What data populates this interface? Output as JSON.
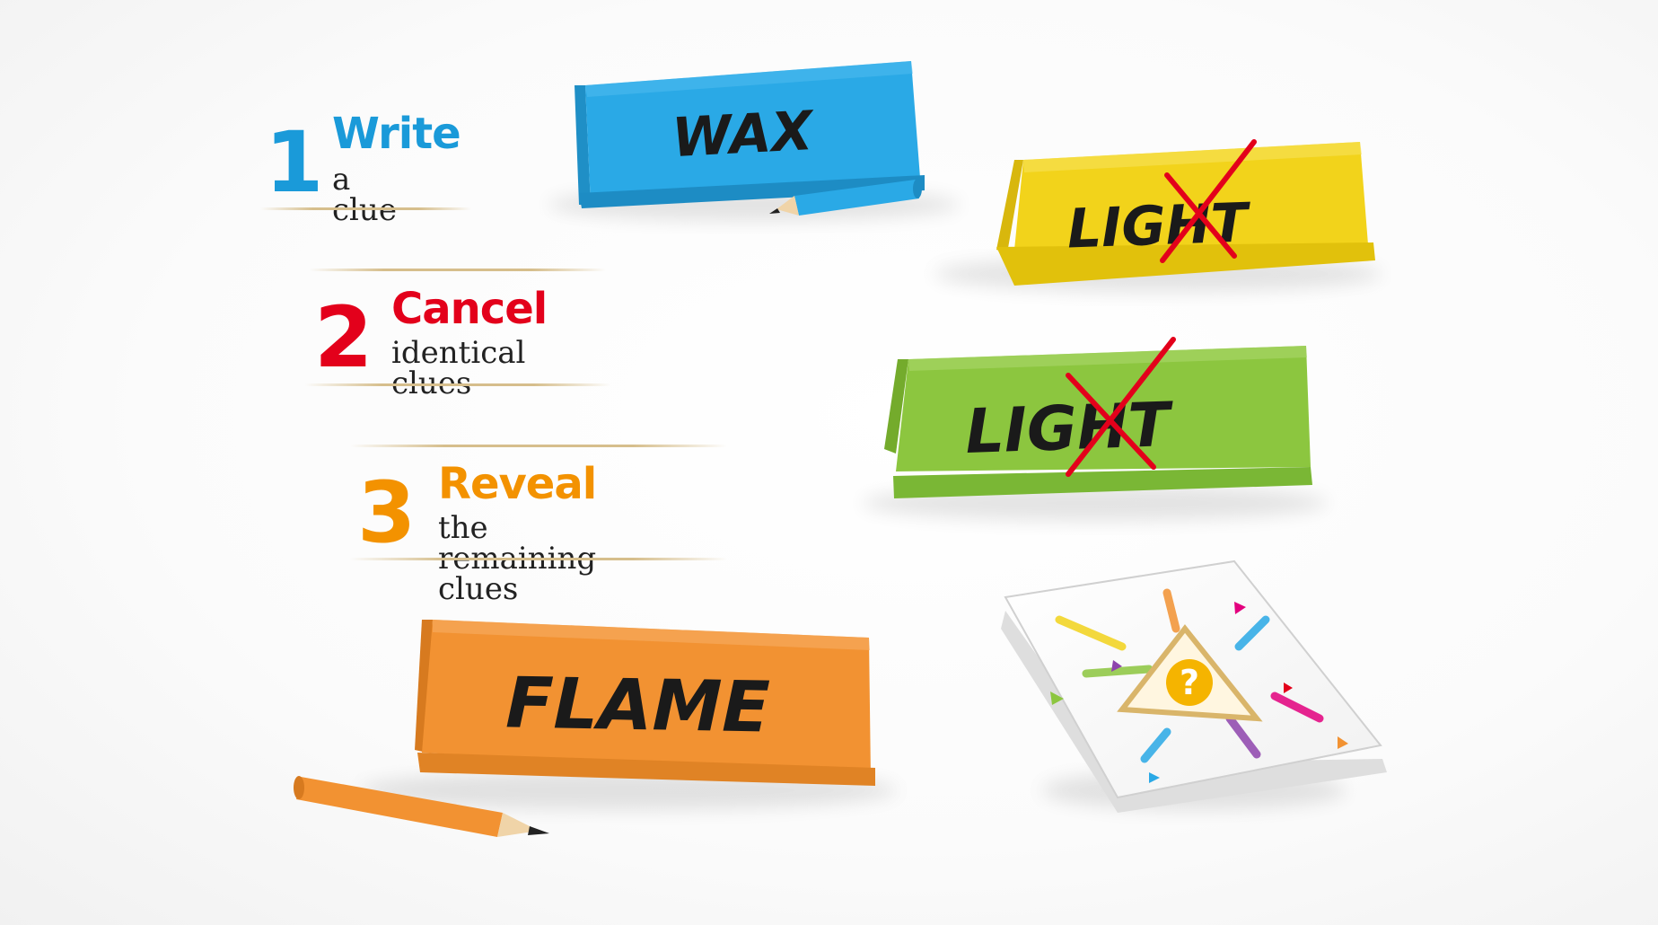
{
  "steps": [
    {
      "number": "1",
      "title": "Write",
      "subtitle": "a clue",
      "color": "#1a9ad9"
    },
    {
      "number": "2",
      "title": "Cancel",
      "subtitle": "identical clues",
      "color": "#e3001b"
    },
    {
      "number": "3",
      "title": "Reveal",
      "subtitle": "the remaining clues",
      "color": "#f39200"
    }
  ],
  "clue_cards": [
    {
      "word": "WAX",
      "color": "#2aa9e6",
      "cancelled": false
    },
    {
      "word": "LIGHT",
      "color": "#f2d31b",
      "cancelled": true
    },
    {
      "word": "LIGHT",
      "color": "#8cc63f",
      "cancelled": true
    },
    {
      "word": "FLAME",
      "color": "#f29232",
      "cancelled": false
    }
  ],
  "pencils": [
    {
      "color": "#2aa9e6"
    },
    {
      "color": "#f29232"
    }
  ],
  "card_deck": {
    "symbol": "?",
    "accent": "#f5b400"
  }
}
